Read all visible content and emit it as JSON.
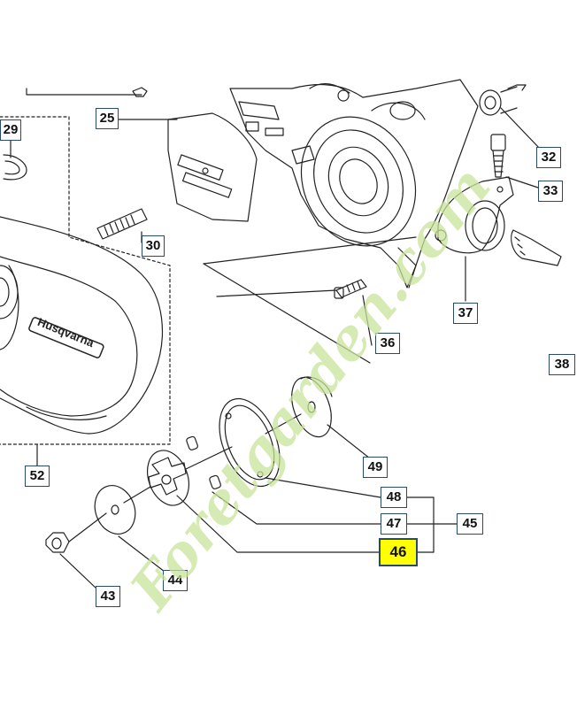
{
  "diagram": {
    "callouts": [
      {
        "id": "25",
        "label": "25"
      },
      {
        "id": "29",
        "label": "29"
      },
      {
        "id": "30",
        "label": "30"
      },
      {
        "id": "32",
        "label": "32"
      },
      {
        "id": "33",
        "label": "33"
      },
      {
        "id": "36",
        "label": "36"
      },
      {
        "id": "37",
        "label": "37"
      },
      {
        "id": "38",
        "label": "38"
      },
      {
        "id": "43",
        "label": "43"
      },
      {
        "id": "44",
        "label": "44"
      },
      {
        "id": "45",
        "label": "45"
      },
      {
        "id": "46",
        "label": "46",
        "highlighted": true
      },
      {
        "id": "47",
        "label": "47"
      },
      {
        "id": "48",
        "label": "48"
      },
      {
        "id": "49",
        "label": "49"
      },
      {
        "id": "52",
        "label": "52"
      }
    ],
    "cover_logo_text": "Husqvarna",
    "highlight_color": "#ffff00",
    "line_color": "#222222"
  },
  "watermark": {
    "text": "Foretgarden.com",
    "color": "#c9e39a"
  }
}
